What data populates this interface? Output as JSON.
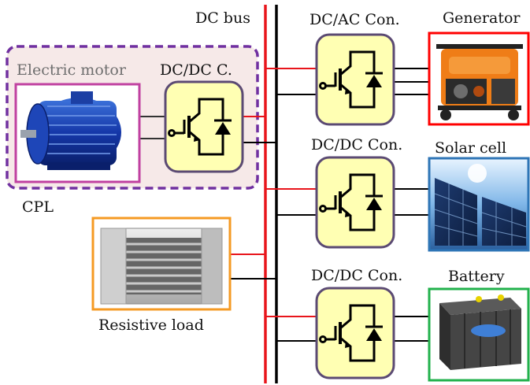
{
  "labels": {
    "dc_bus": "DC bus",
    "electric_motor": "Electric motor",
    "dcdc_c": "DC/DC C.",
    "cpl": "CPL",
    "dcac_con": "DC/AC Con.",
    "dcdc_con_solar": "DC/DC Con.",
    "dcdc_con_battery": "DC/DC Con.",
    "generator": "Generator",
    "solar_cell": "Solar cell",
    "battery": "Battery",
    "resistive_load": "Resistive load"
  },
  "colors": {
    "positive_line": "#e8151b",
    "negative_line": "#000000",
    "converter_fill": "#ffffb3",
    "converter_border": "#5b4a73",
    "cpl_border": "#7030a0",
    "cpl_fill": "#f6e9e8",
    "motor_border": "#c040a0",
    "generator_border": "#ff0000",
    "solar_border": "#2e75b6",
    "battery_border": "#22b14c",
    "resistive_border": "#f59a23"
  },
  "icons": {
    "converter": "igbt-transistor-with-diode-icon",
    "motor": "electric-motor-photo",
    "generator": "portable-generator-photo",
    "solar": "solar-panel-photo",
    "battery": "battery-pack-photo",
    "resistive": "heater-coil-photo"
  }
}
